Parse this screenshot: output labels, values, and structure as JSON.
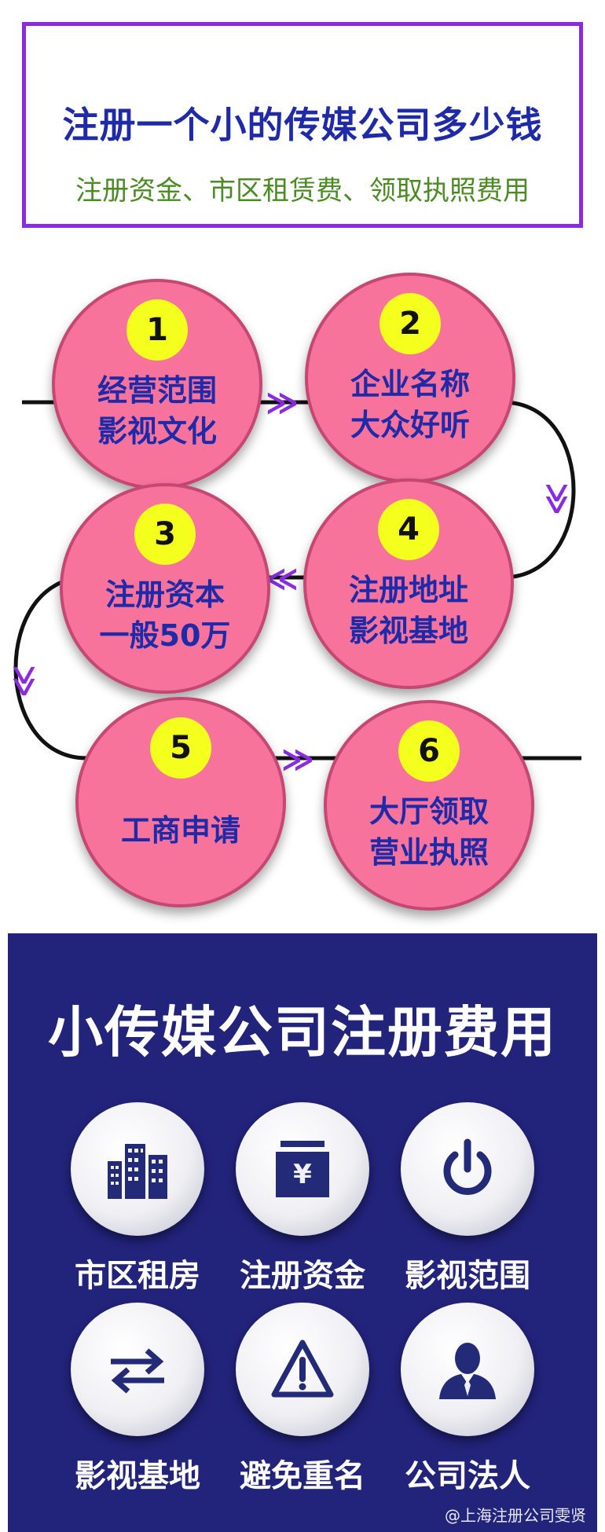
{
  "header": {
    "title": "注册一个小的传媒公司多少钱",
    "subtitle": "注册资金、市区租赁费、领取执照费用"
  },
  "steps": [
    {
      "num": "1",
      "line1": "经营范围",
      "line2": "影视文化"
    },
    {
      "num": "2",
      "line1": "企业名称",
      "line2": "大众好听"
    },
    {
      "num": "3",
      "line1": "注册资本",
      "line2": "一般50万"
    },
    {
      "num": "4",
      "line1": "注册地址",
      "line2": "影视基地"
    },
    {
      "num": "5",
      "line1": "工商申请",
      "line2": ""
    },
    {
      "num": "6",
      "line1": "大厅领取",
      "line2": "营业执照"
    }
  ],
  "fees": {
    "title": "小传媒公司注册费用",
    "items": [
      {
        "label": "市区租房",
        "icon": "buildings-icon"
      },
      {
        "label": "注册资金",
        "icon": "yen-box-icon"
      },
      {
        "label": "影视范围",
        "icon": "power-icon"
      },
      {
        "label": "影视基地",
        "icon": "swap-arrows-icon"
      },
      {
        "label": "避免重名",
        "icon": "warning-icon"
      },
      {
        "label": "公司法人",
        "icon": "person-icon"
      }
    ]
  },
  "watermark": "@上海注册公司雯贤",
  "colors": {
    "accent_purple": "#8a2be2",
    "title_blue": "#1f2aa8",
    "subtitle_green": "#4b8b24",
    "circle_pink": "#f7739b",
    "badge_yellow": "#f4ff1d",
    "panel_navy": "#22237b",
    "icon_navy": "#232a78"
  }
}
